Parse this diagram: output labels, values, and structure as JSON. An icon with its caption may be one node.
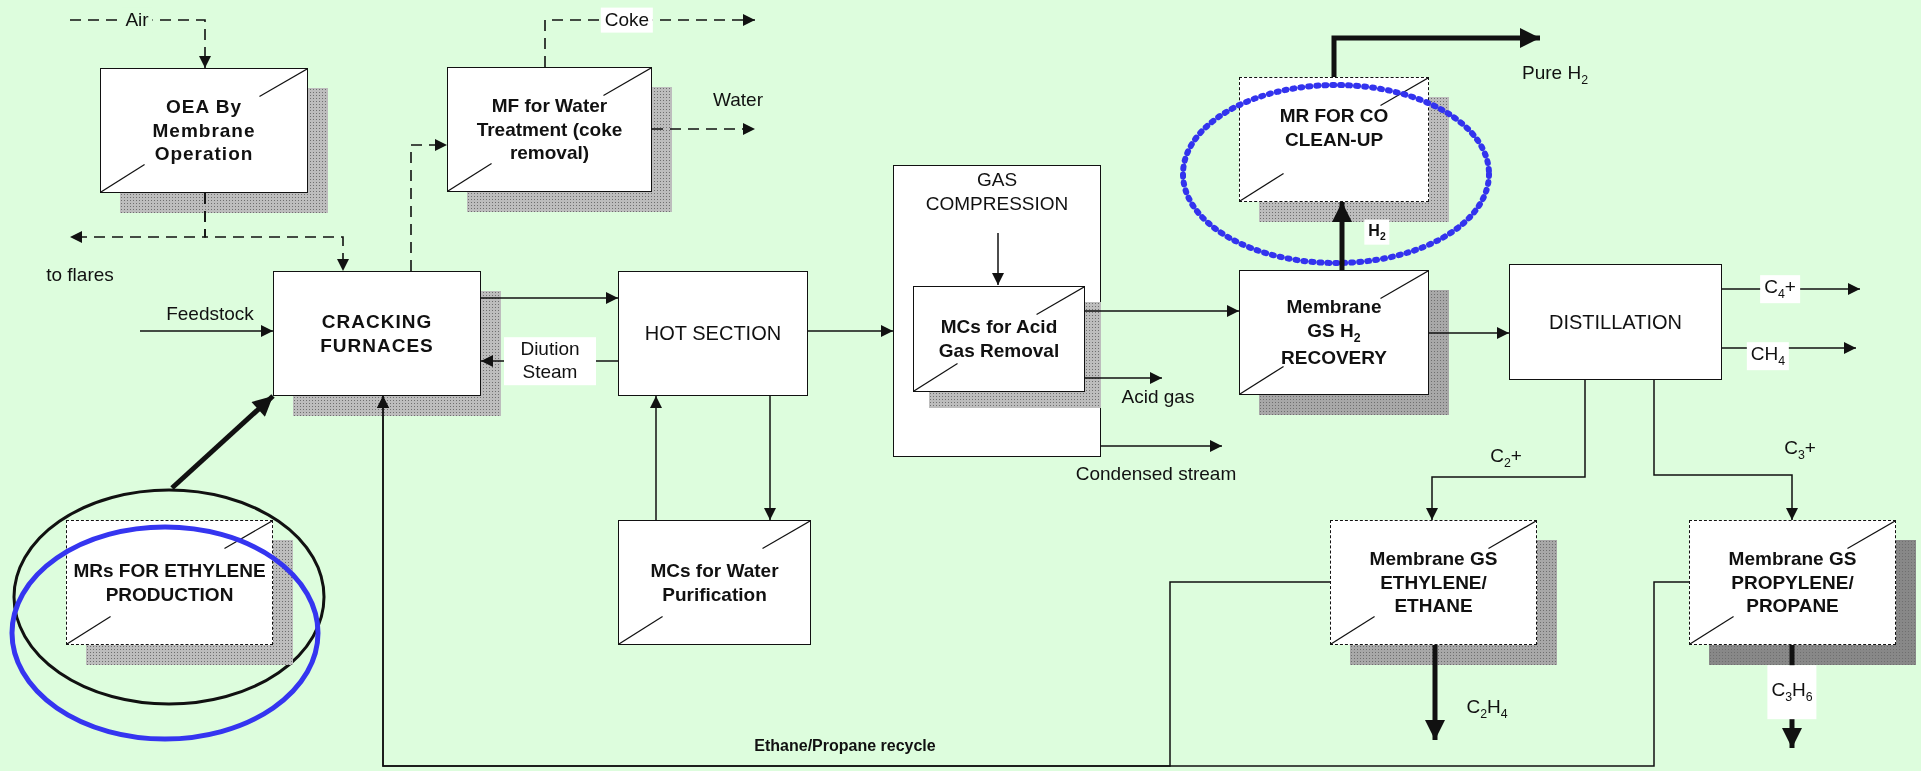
{
  "diagram": {
    "nodes": [
      {
        "text": [
          "OEA By Membrane Operation"
        ]
      },
      {
        "text": [
          "MF for Water Treatment (coke removal)"
        ]
      },
      {
        "text": [
          "CRACKING FURNACES"
        ]
      },
      {
        "text": [
          "HOT SECTION"
        ]
      },
      {
        "text": [
          "GAS COMPRESSION"
        ]
      },
      {
        "text": [
          "MCs for Acid Gas Removal"
        ],
        "in": 4
      },
      {
        "text": [
          "MR FOR CO CLEAN-UP"
        ]
      },
      {
        "text": [
          "Membrane GS H$_{2}$ RECOVERY"
        ]
      },
      {
        "text": [
          "DISTILLATION"
        ]
      },
      {
        "text": [
          "MCs for Water Purification"
        ]
      },
      {
        "text": [],
        "shape": "ellipse"
      },
      {
        "text": [
          "MRs FOR ETHYLENE PRODUCTION"
        ],
        "in": 10
      },
      {
        "text": [
          "Membrane GS ETHYLENE/ ETHANE"
        ]
      },
      {
        "text": [
          "Membrane GS PROPYLENE/ PROPANE"
        ]
      }
    ],
    "edges": [
      {
        "from": null,
        "to": 0,
        "arrow": "to",
        "label": "Air",
        "style": "dashed"
      },
      {
        "from": 0,
        "to": null,
        "arrow": "to",
        "label": "to flares",
        "style": "dashed"
      },
      {
        "from": 0,
        "to": 2,
        "arrow": "to",
        "style": "dashed"
      },
      {
        "from": 2,
        "to": 1,
        "arrow": "to",
        "style": "dashed"
      },
      {
        "from": 1,
        "to": null,
        "arrow": "to",
        "label": "Coke",
        "style": "dashed"
      },
      {
        "from": 1,
        "to": null,
        "arrow": "to",
        "label": "Water",
        "style": "dashed"
      },
      {
        "from": null,
        "to": 2,
        "arrow": "to",
        "label": "Feedstock"
      },
      {
        "from": 2,
        "to": 3,
        "arrow": "to"
      },
      {
        "from": 3,
        "to": 2,
        "arrow": "to",
        "label": "Diution Steam"
      },
      {
        "from": 3,
        "to": 4,
        "arrow": "to"
      },
      {
        "from": 3,
        "to": 9,
        "arrow": "to"
      },
      {
        "from": 9,
        "to": 3,
        "arrow": "to"
      },
      {
        "from": null,
        "to": 5,
        "arrow": "to"
      },
      {
        "from": 5,
        "to": 7,
        "arrow": "to"
      },
      {
        "from": 5,
        "to": null,
        "arrow": "to",
        "label": "Acid gas"
      },
      {
        "from": 4,
        "to": null,
        "arrow": "to",
        "label": "Condensed stream"
      },
      {
        "from": 7,
        "to": 6,
        "arrow": "to",
        "label": "H$_{2}$",
        "style": "thick"
      },
      {
        "from": 6,
        "to": null,
        "arrow": "to",
        "label": "Pure H$_{2}$",
        "style": "thick"
      },
      {
        "from": 7,
        "to": 8,
        "arrow": "to"
      },
      {
        "from": 8,
        "to": null,
        "arrow": "to",
        "label": "C$_{4}$+"
      },
      {
        "from": 8,
        "to": null,
        "arrow": "to",
        "label": "CH$_{4}$"
      },
      {
        "from": 8,
        "to": 12,
        "arrow": "to",
        "label": "C$_{2}$+"
      },
      {
        "from": 8,
        "to": 13,
        "arrow": "to",
        "label": "C$_{3}$+"
      },
      {
        "from": 12,
        "to": null,
        "arrow": "to",
        "label": "C$_{2}$H$_{4}$",
        "style": "thick"
      },
      {
        "from": 13,
        "to": null,
        "arrow": "to",
        "label": "C$_{3}$H$_{6}$",
        "style": "thick"
      },
      {
        "from": 12,
        "to": 2,
        "arrow": "to",
        "label": "Ethane/Propane  recycle"
      },
      {
        "from": 13,
        "to": 2,
        "arrow": "to"
      },
      {
        "from": 10,
        "to": 2,
        "arrow": "to",
        "style": "thick"
      }
    ]
  }
}
